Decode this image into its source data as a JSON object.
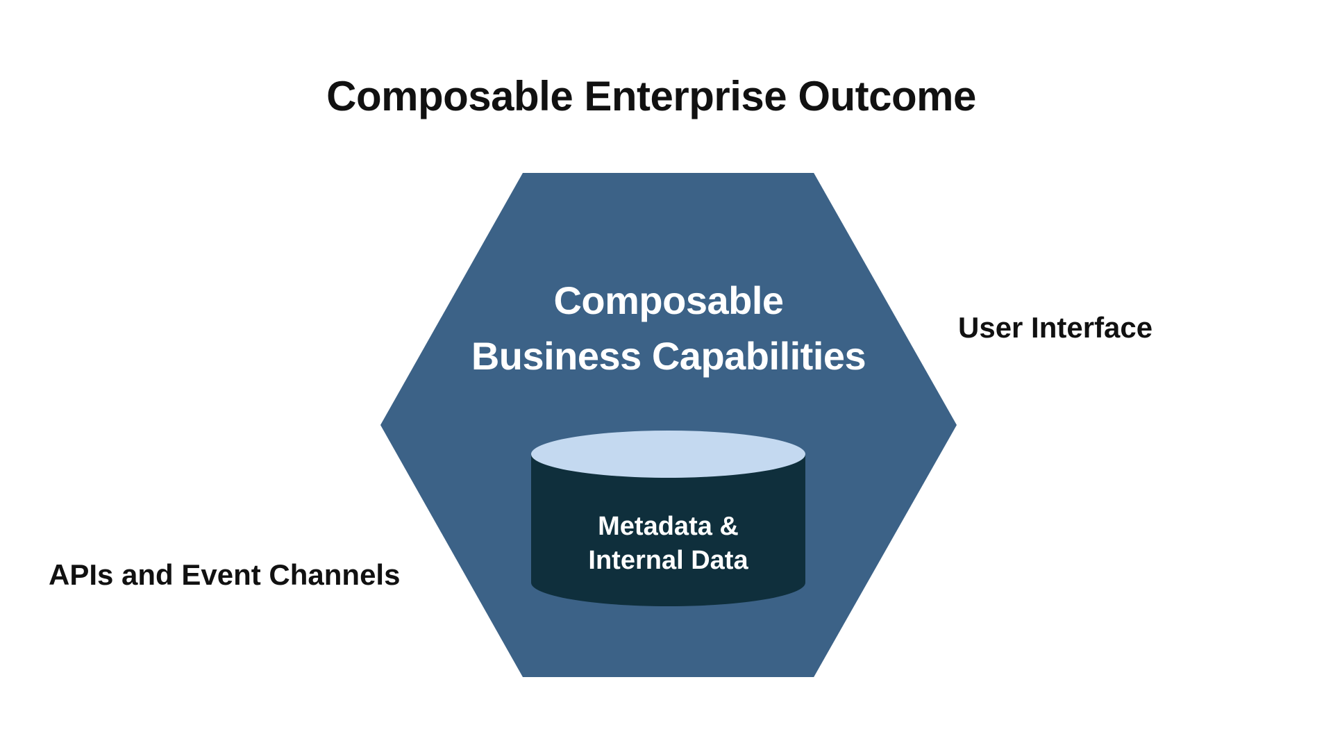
{
  "diagram": {
    "title": "Composable Enterprise Outcome",
    "hexagon": {
      "label_line1": "Composable",
      "label_line2": "Business Capabilities",
      "fill_color": "#3C6287",
      "text_color": "#FFFFFF"
    },
    "cylinder": {
      "label_line1": "Metadata &",
      "label_line2": "Internal Data",
      "body_color": "#0F2F3C",
      "top_color": "#C4D9F0",
      "text_color": "#FFFFFF"
    },
    "side_labels": {
      "right": "User Interface",
      "left": "APIs and Event Channels"
    },
    "colors": {
      "background": "#FFFFFF",
      "heading_text": "#111111"
    }
  }
}
